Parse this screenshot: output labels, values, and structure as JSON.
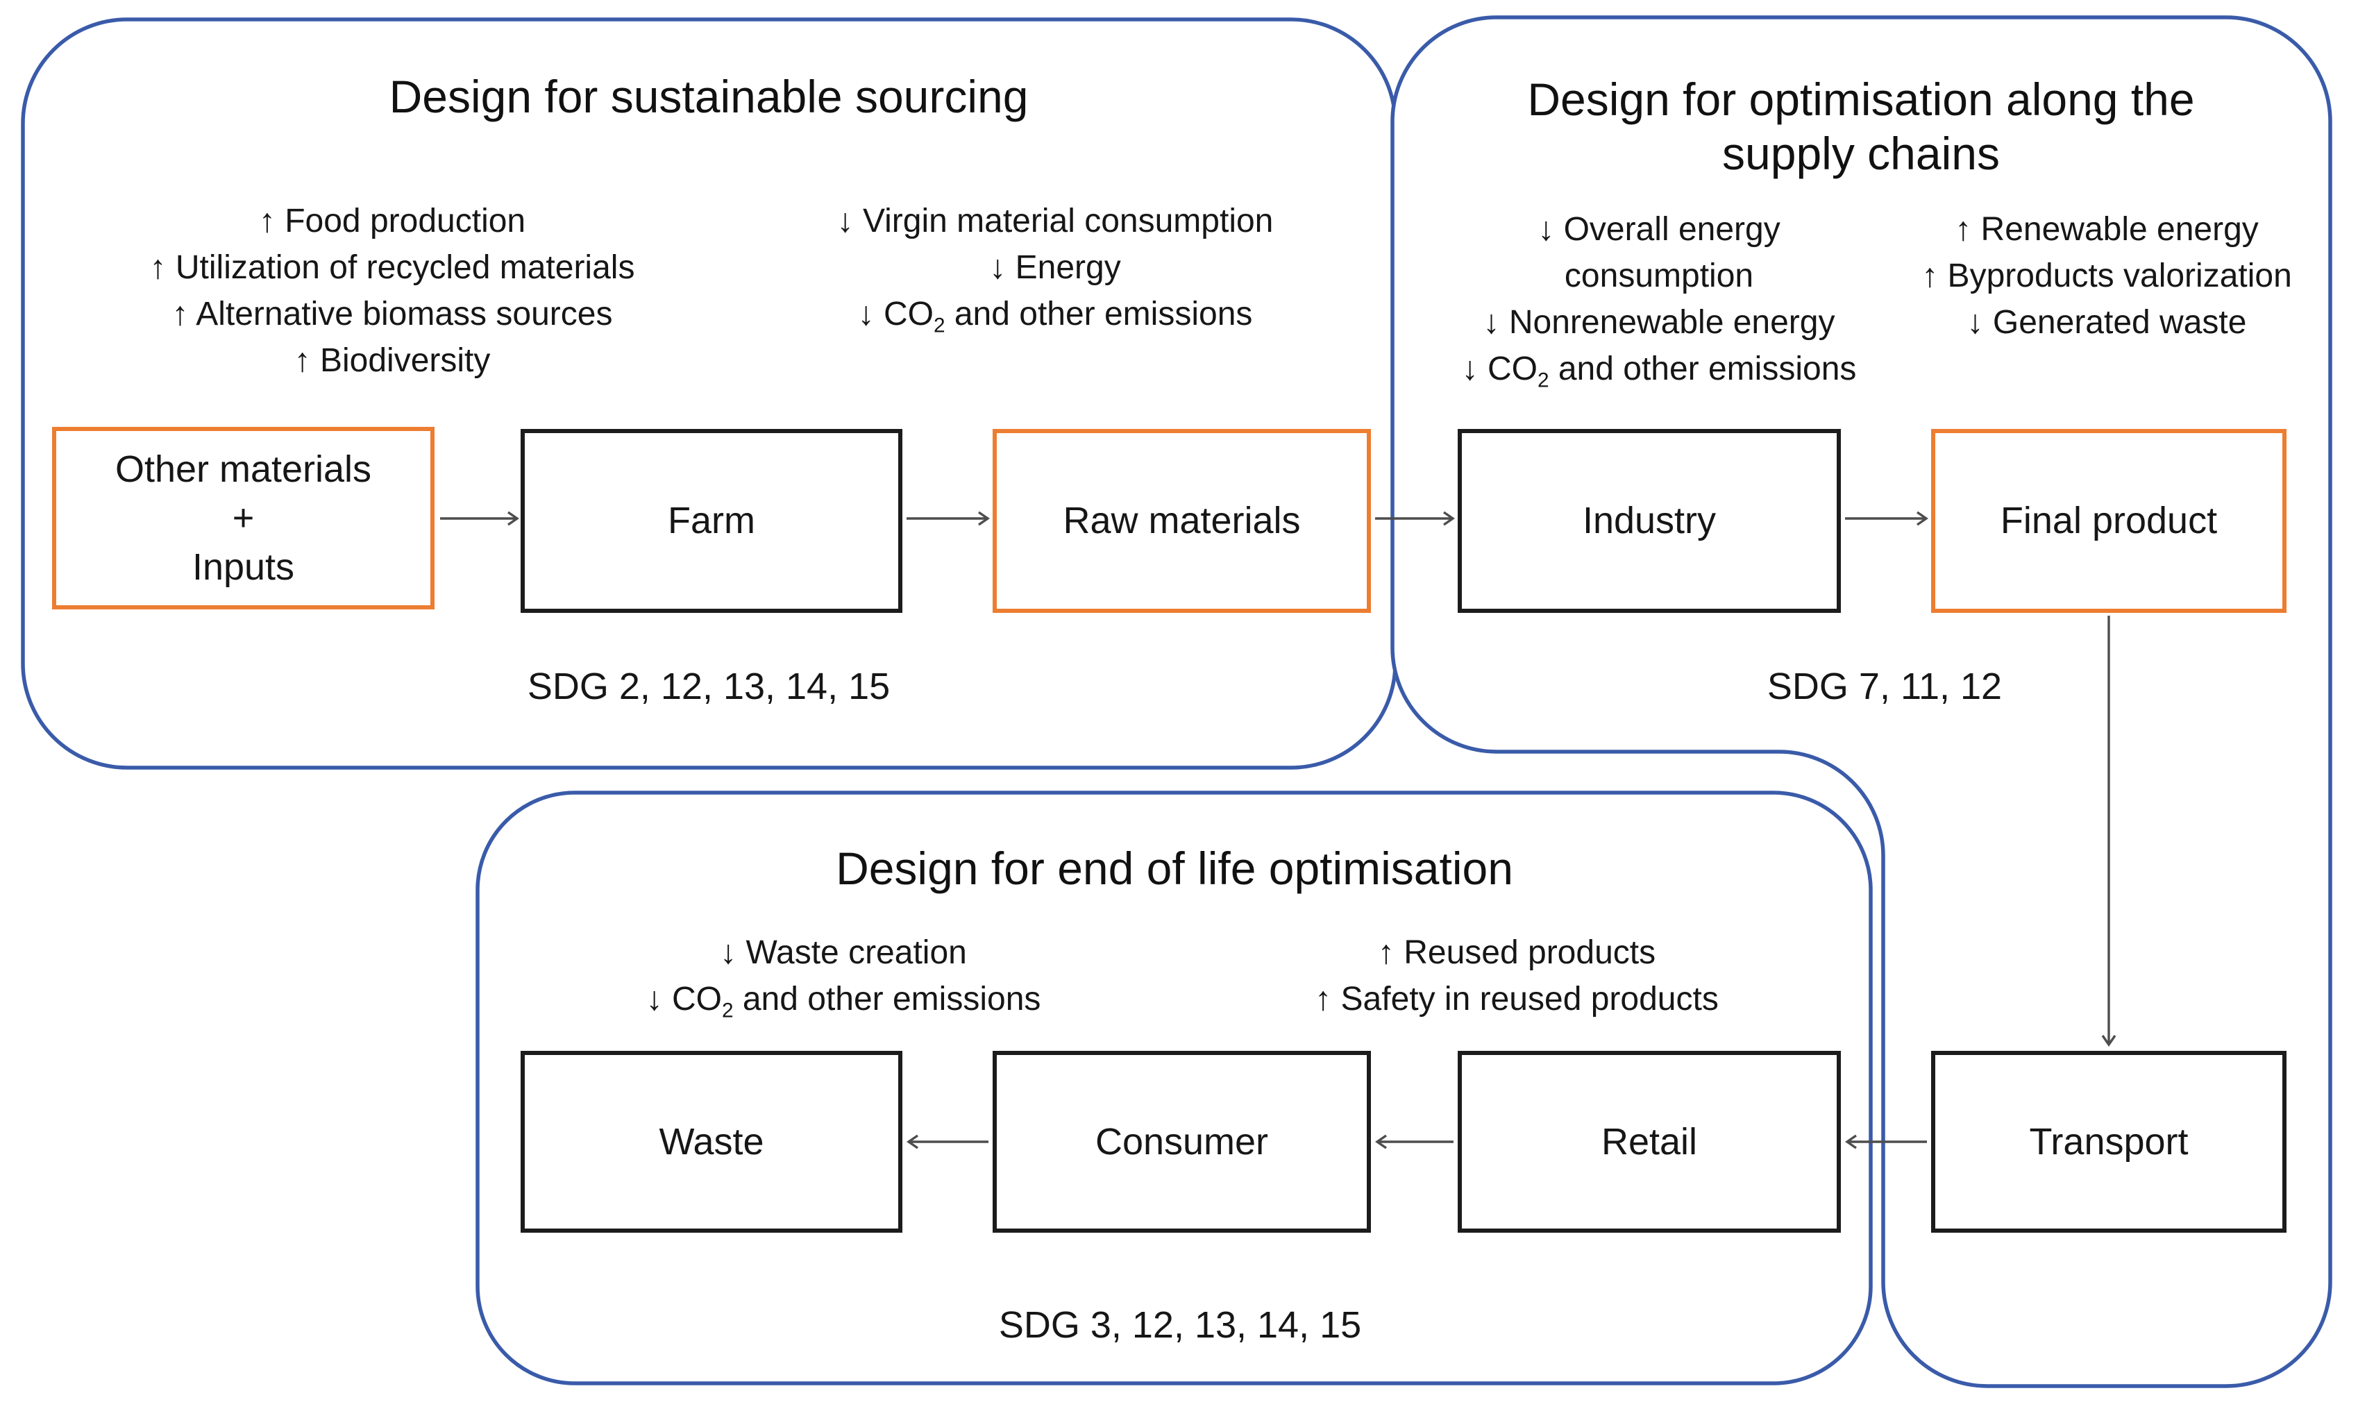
{
  "colors": {
    "panel_border": "#3A5BA9",
    "orange_box_border": "#ED7D31",
    "black_box_border": "#1C1C1C",
    "arrow": "#4D4D4D",
    "text": "#1A1A1A"
  },
  "panels": [
    {
      "id": "sustainable-sourcing",
      "title_lines": [
        "Design for sustainable sourcing"
      ],
      "left_items": [
        {
          "a": "↑ ",
          "t": "Food production"
        },
        {
          "a": "↑ ",
          "t": "Utilization of recycled materials"
        },
        {
          "a": "↑ ",
          "t": "Alternative biomass sources"
        },
        {
          "a": "↑ ",
          "t": "Biodiversity"
        }
      ],
      "right_items": [
        {
          "a": "↓ ",
          "t": "Virgin material consumption"
        },
        {
          "a": "↓ ",
          "t": "Energy"
        },
        {
          "a": "↓ ",
          "t": "CO",
          "s": "2",
          "r": " and other emissions"
        }
      ],
      "sdg": "SDG 2, 12, 13, 14, 15"
    },
    {
      "id": "supply-chain-optimisation",
      "title_lines": [
        "Design for optimisation along the",
        "supply chains"
      ],
      "left_items": [
        {
          "a": "↓ ",
          "t": "Overall energy"
        },
        {
          "t": "consumption"
        },
        {
          "a": "↓ ",
          "t": "Nonrenewable energy"
        },
        {
          "a": "↓ ",
          "t": "CO",
          "s": "2",
          "r": " and other emissions"
        }
      ],
      "right_items": [
        {
          "a": "↑ ",
          "t": "Renewable energy"
        },
        {
          "a": "↑ ",
          "t": "Byproducts valorization"
        },
        {
          "a": "↓ ",
          "t": "Generated waste"
        }
      ],
      "sdg": "SDG 7, 11, 12"
    },
    {
      "id": "end-of-life-optimisation",
      "title_lines": [
        "Design for end of life optimisation"
      ],
      "left_items": [
        {
          "a": "↓ ",
          "t": "Waste creation"
        },
        {
          "a": "↓ ",
          "t": "CO",
          "s": "2",
          "r": " and other emissions"
        }
      ],
      "right_items": [
        {
          "a": "↑ ",
          "t": "Reused products"
        },
        {
          "a": "↑ ",
          "t": "Safety in reused products"
        }
      ],
      "sdg": "SDG 3, 12, 13, 14, 15"
    }
  ],
  "boxes": [
    {
      "id": "other-materials",
      "lines": [
        "Other materials",
        "+",
        "Inputs"
      ],
      "style": "orange"
    },
    {
      "id": "farm",
      "label": "Farm",
      "style": "black"
    },
    {
      "id": "raw-materials",
      "label": "Raw materials",
      "style": "orange"
    },
    {
      "id": "industry",
      "label": "Industry",
      "style": "black"
    },
    {
      "id": "final-product",
      "label": "Final product",
      "style": "orange"
    },
    {
      "id": "transport",
      "label": "Transport",
      "style": "black"
    },
    {
      "id": "retail",
      "label": "Retail",
      "style": "black"
    },
    {
      "id": "consumer",
      "label": "Consumer",
      "style": "black"
    },
    {
      "id": "waste",
      "label": "Waste",
      "style": "black"
    }
  ]
}
